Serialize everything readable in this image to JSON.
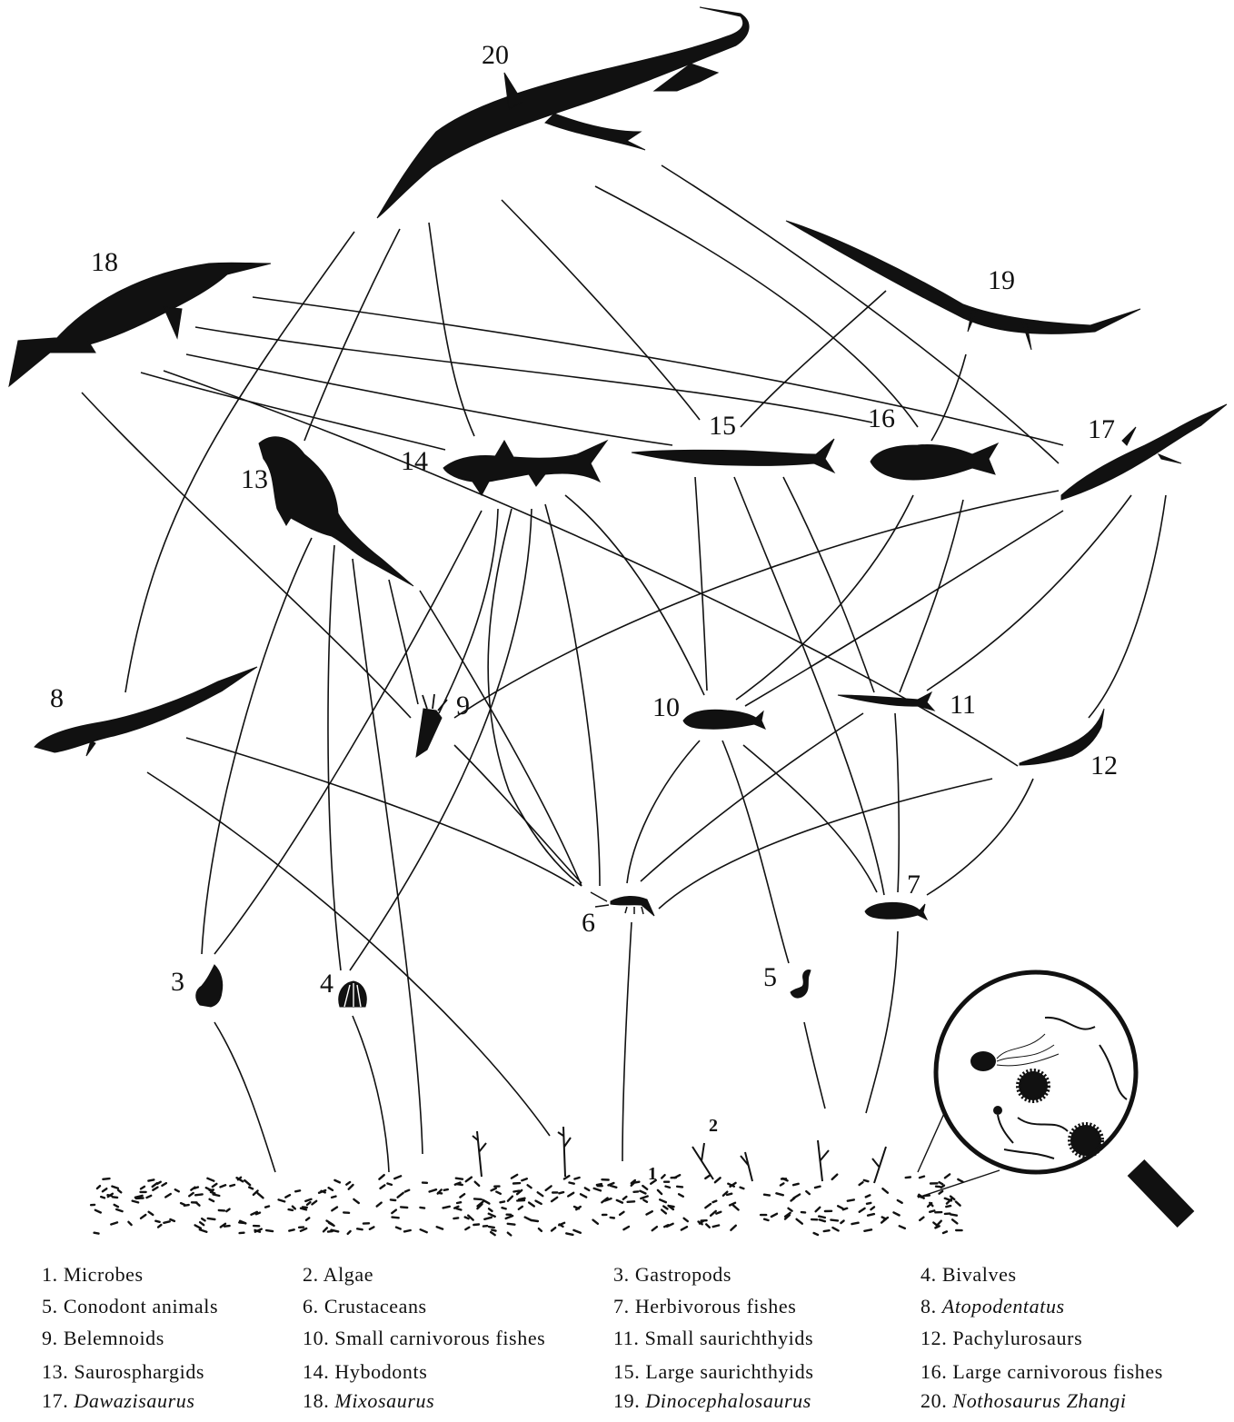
{
  "nodes": [
    {
      "id": 1,
      "label": "1"
    },
    {
      "id": 2,
      "label": "2"
    },
    {
      "id": 3,
      "label": "3"
    },
    {
      "id": 4,
      "label": "4"
    },
    {
      "id": 5,
      "label": "5"
    },
    {
      "id": 6,
      "label": "6"
    },
    {
      "id": 7,
      "label": "7"
    },
    {
      "id": 8,
      "label": "8"
    },
    {
      "id": 9,
      "label": "9"
    },
    {
      "id": 10,
      "label": "10"
    },
    {
      "id": 11,
      "label": "11"
    },
    {
      "id": 12,
      "label": "12"
    },
    {
      "id": 13,
      "label": "13"
    },
    {
      "id": 14,
      "label": "14"
    },
    {
      "id": 15,
      "label": "15"
    },
    {
      "id": 16,
      "label": "16"
    },
    {
      "id": 17,
      "label": "17"
    },
    {
      "id": 18,
      "label": "18"
    },
    {
      "id": 19,
      "label": "19"
    },
    {
      "id": 20,
      "label": "20"
    }
  ],
  "legend": [
    {
      "num": "1.",
      "name": "Microbes",
      "italic": false
    },
    {
      "num": "2.",
      "name": "Algae",
      "italic": false
    },
    {
      "num": "3.",
      "name": "Gastropods",
      "italic": false
    },
    {
      "num": "4.",
      "name": "Bivalves",
      "italic": false
    },
    {
      "num": "5.",
      "name": "Conodont animals",
      "italic": false
    },
    {
      "num": "6.",
      "name": "Crustaceans",
      "italic": false
    },
    {
      "num": "7.",
      "name": "Herbivorous fishes",
      "italic": false
    },
    {
      "num": "8.",
      "name": "Atopodentatus",
      "italic": true
    },
    {
      "num": "9.",
      "name": "Belemnoids",
      "italic": false
    },
    {
      "num": "10.",
      "name": "Small carnivorous fishes",
      "italic": false
    },
    {
      "num": "11.",
      "name": "Small saurichthyids",
      "italic": false
    },
    {
      "num": "12.",
      "name": "Pachylurosaurs",
      "italic": false
    },
    {
      "num": "13.",
      "name": "Saurosphargids",
      "italic": false
    },
    {
      "num": "14.",
      "name": "Hybodonts",
      "italic": false
    },
    {
      "num": "15.",
      "name": "Large saurichthyids",
      "italic": false
    },
    {
      "num": "16.",
      "name": "Large carnivorous fishes",
      "italic": false
    },
    {
      "num": "17.",
      "name": "Dawazisaurus",
      "italic": true
    },
    {
      "num": "18.",
      "name": "Mixosaurus",
      "italic": true
    },
    {
      "num": "19.",
      "name": "Dinocephalosaurus",
      "italic": true
    },
    {
      "num": "20.",
      "name": "Nothosaurus Zhangi",
      "italic": true
    }
  ]
}
